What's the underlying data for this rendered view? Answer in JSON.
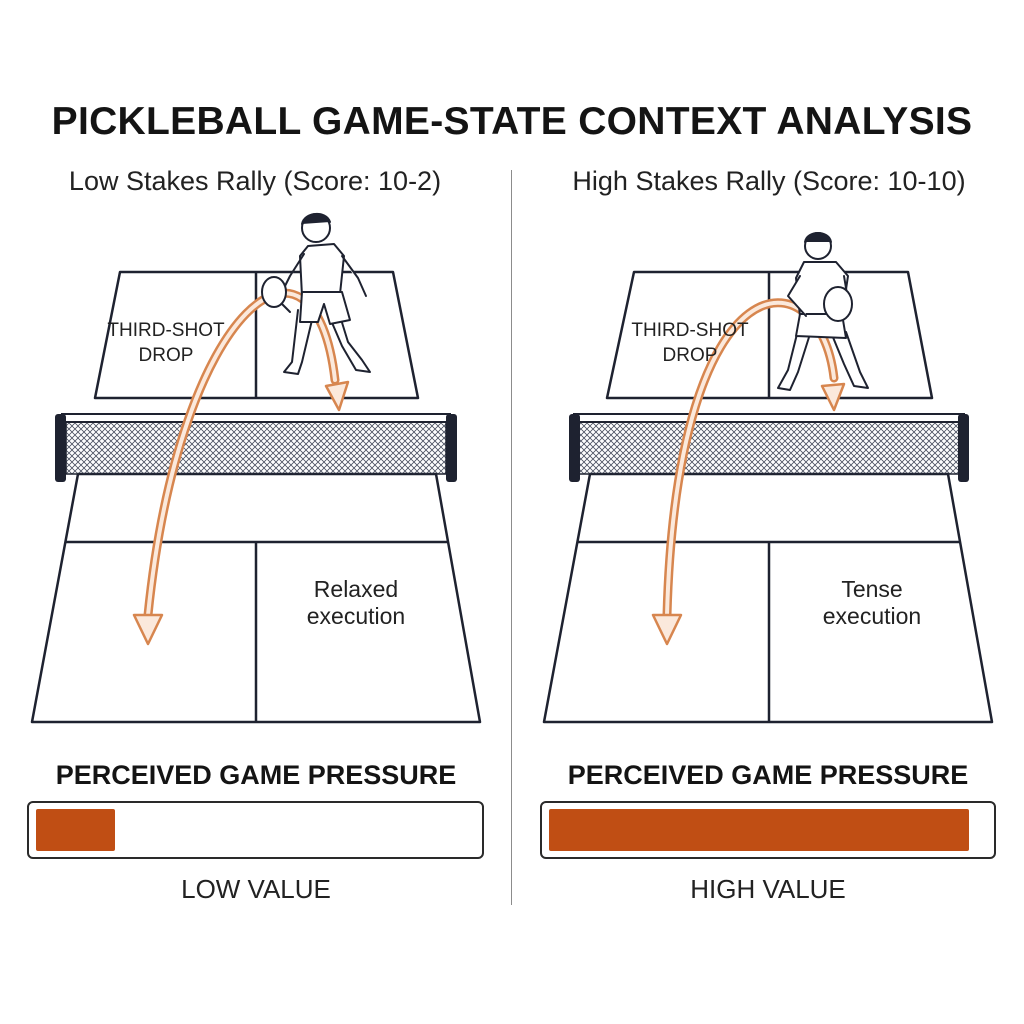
{
  "title": "PICKLEBALL GAME-STATE CONTEXT ANALYSIS",
  "accent_color": "#c04e14",
  "arc_color": "#d7864f",
  "line_color": "#1e2230",
  "panels": [
    {
      "subtitle": "Low Stakes Rally (Score: 10-2)",
      "shot_label_line1": "THIRD-SHOT",
      "shot_label_line2": "DROP",
      "execution_line1": "Relaxed",
      "execution_line2": "execution",
      "meter_title": "PERCEIVED GAME PRESSURE",
      "pressure_level": 0.18,
      "meter_caption": "LOW VALUE",
      "player_icon": "relaxed-player-with-paddle-icon"
    },
    {
      "subtitle": "High Stakes Rally (Score: 10-10)",
      "shot_label_line1": "THIRD-SHOT",
      "shot_label_line2": "DROP",
      "execution_line1": "Tense",
      "execution_line2": "execution",
      "meter_title": "PERCEIVED GAME PRESSURE",
      "pressure_level": 0.96,
      "meter_caption": "HIGH VALUE",
      "player_icon": "tense-player-with-paddle-icon"
    }
  ]
}
